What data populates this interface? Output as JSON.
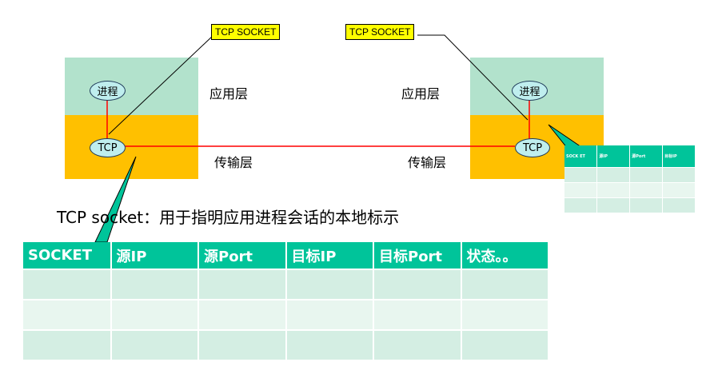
{
  "callouts": {
    "left": "TCP SOCKET",
    "right": "TCP SOCKET"
  },
  "left_host": {
    "process": "进程",
    "tcp": "TCP"
  },
  "right_host": {
    "process": "进程",
    "tcp": "TCP"
  },
  "layers": {
    "app_left": "应用层",
    "app_right": "应用层",
    "trans_left": "传输层",
    "trans_right": "传输层"
  },
  "caption": "TCP socket：用于指明应用进程会话的本地标示",
  "socket_table": {
    "headers": [
      "SOCKET",
      "源IP",
      "源Port",
      "目标IP",
      "目标Port",
      "状态。。"
    ],
    "rows": [
      [
        "",
        "",
        "",
        "",
        "",
        ""
      ],
      [
        "",
        "",
        "",
        "",
        "",
        ""
      ],
      [
        "",
        "",
        "",
        "",
        "",
        ""
      ]
    ]
  },
  "mini_table": {
    "headers": [
      "SOCK ET",
      "源IP",
      "源Port",
      "目标IP"
    ],
    "rows": [
      [
        "",
        "",
        "",
        ""
      ],
      [
        "",
        "",
        "",
        ""
      ],
      [
        "",
        "",
        "",
        ""
      ]
    ]
  },
  "colors": {
    "app_layer": "#b2e2cc",
    "transport_layer": "#ffc000",
    "table_header": "#00c49a",
    "callout": "#ffff00",
    "connection_line": "#ff0000"
  }
}
